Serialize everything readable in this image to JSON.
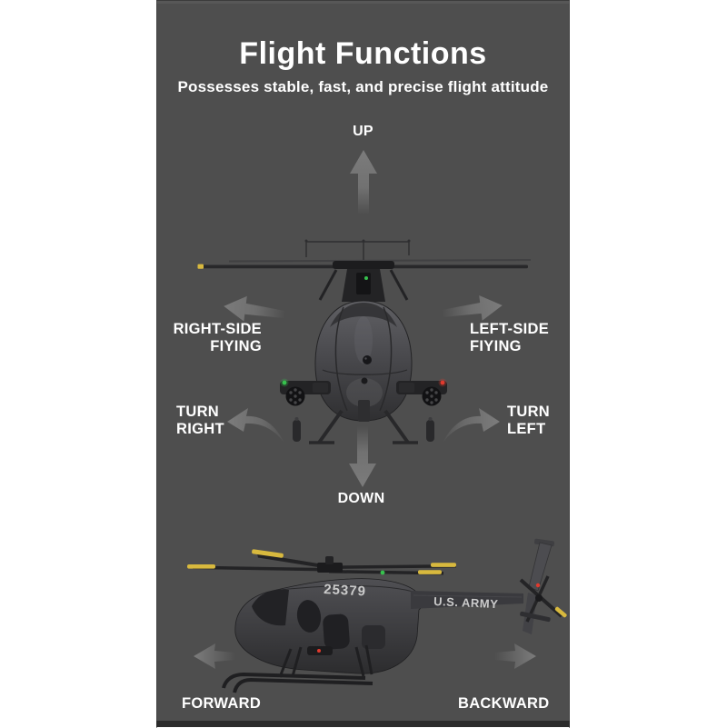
{
  "theme": {
    "canvas_bg": "#ffffff",
    "panel_bg": "#4e4e4e",
    "panel_edge": "#3c3c3c",
    "panel_top_highlight": "#5e5e5e",
    "panel_bottom_bar": "#2b2b2b",
    "text_color": "#ffffff",
    "arrow_color": "#7d7d7d",
    "blade_yellow": "#d8b93e",
    "nav_green": "#37c14e",
    "nav_red": "#e03a2e",
    "marking_color": "#cbcbcb"
  },
  "header": {
    "title": "Flight Functions",
    "subtitle": "Possesses stable, fast, and precise flight attitude"
  },
  "labels": {
    "up": "UP",
    "down": "DOWN",
    "right_side_line1": "RIGHT-SIDE",
    "right_side_line2": "FIYING",
    "left_side_line1": "LEFT-SIDE",
    "left_side_line2": "FIYING",
    "turn_right_line1": "TURN",
    "turn_right_line2": "RIGHT",
    "turn_left_line1": "TURN",
    "turn_left_line2": "LEFT",
    "forward": "FORWARD",
    "backward": "BACKWARD"
  },
  "helicopter": {
    "side_view_tail_number": "25379",
    "side_view_marking": "U.S. ARMY"
  },
  "icons": {
    "up": "arrow-up",
    "down": "arrow-down",
    "right_side": "arrow-left-swoosh",
    "left_side": "arrow-right-swoosh",
    "turn_right": "arrow-curved-left",
    "turn_left": "arrow-curved-right",
    "forward": "arrow-left",
    "backward": "arrow-right"
  }
}
